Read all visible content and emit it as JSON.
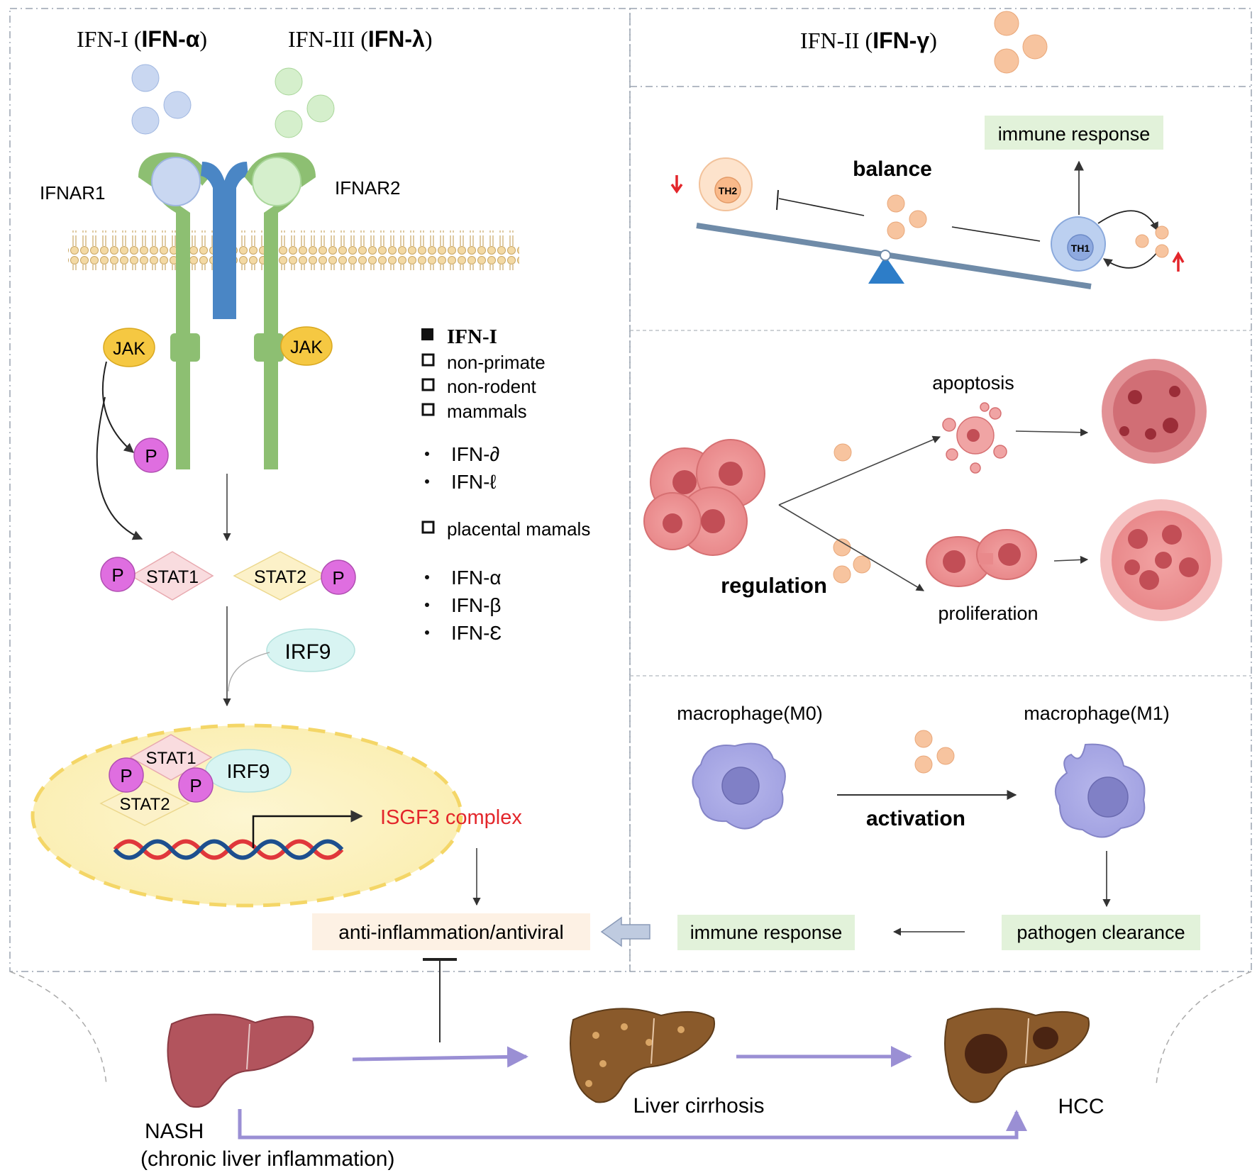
{
  "left_panel": {
    "title_ifn1_prefix": "IFN-I (",
    "title_ifn1_bold": "IFN-α",
    "title_ifn1_suffix": ")",
    "title_ifn3_prefix": "IFN-III (",
    "title_ifn3_bold": "IFN-λ",
    "title_ifn3_suffix": ")",
    "receptor_left": "IFNAR1",
    "receptor_right": "IFNAR2",
    "jak_left": "JAK",
    "jak_right": "JAK",
    "phospho": "P",
    "stat1": "STAT1",
    "stat2": "STAT2",
    "irf9": "IRF9",
    "nucleus_stat1": "STAT1",
    "nucleus_stat2": "STAT2",
    "nucleus_irf9": "IRF9",
    "isgf3": "ISGF3 complex",
    "outcome": "anti-inflammation/antiviral"
  },
  "legend": {
    "heading": "IFN-I",
    "boxes_1": [
      "non-primate",
      "non-rodent",
      "mammals"
    ],
    "bullets_1": [
      "IFN-∂",
      "IFN-ℓ"
    ],
    "box_2": "placental mamals",
    "bullets_2": [
      "IFN-α",
      "IFN-β",
      "IFN-Ɛ"
    ]
  },
  "right_panel": {
    "title_prefix": "IFN-II (",
    "title_bold": "IFN-γ",
    "title_suffix": ")",
    "balance": {
      "label": "balance",
      "immune_response": "immune response",
      "th2": "TH2",
      "th1": "TH1"
    },
    "regulation": {
      "label": "regulation",
      "apoptosis": "apoptosis",
      "proliferation": "proliferation"
    },
    "activation": {
      "m0": "macrophage(M0)",
      "m1": "macrophage(M1)",
      "label": "activation",
      "pathogen_clearance": "pathogen clearance",
      "immune_response": "immune response"
    }
  },
  "bottom": {
    "nash": "NASH",
    "nash_sub": "(chronic liver inflammation)",
    "cirrhosis": "Liver cirrhosis",
    "hcc": "HCC"
  },
  "colors": {
    "receptor_green": "#8dbf72",
    "receptor_blue": "#4a86c5",
    "jak_yellow": "#f5c842",
    "phospho_pink": "#df6ee0",
    "ifn_alpha_blue": "#c9d7f1",
    "ifn_lambda_green": "#d5efcc",
    "ifn_gamma_orange": "#f7c49f",
    "highlight_green": "#e2f2da",
    "arrow_purple": "#9a8fd4",
    "isgf3_red": "#e3262b"
  }
}
